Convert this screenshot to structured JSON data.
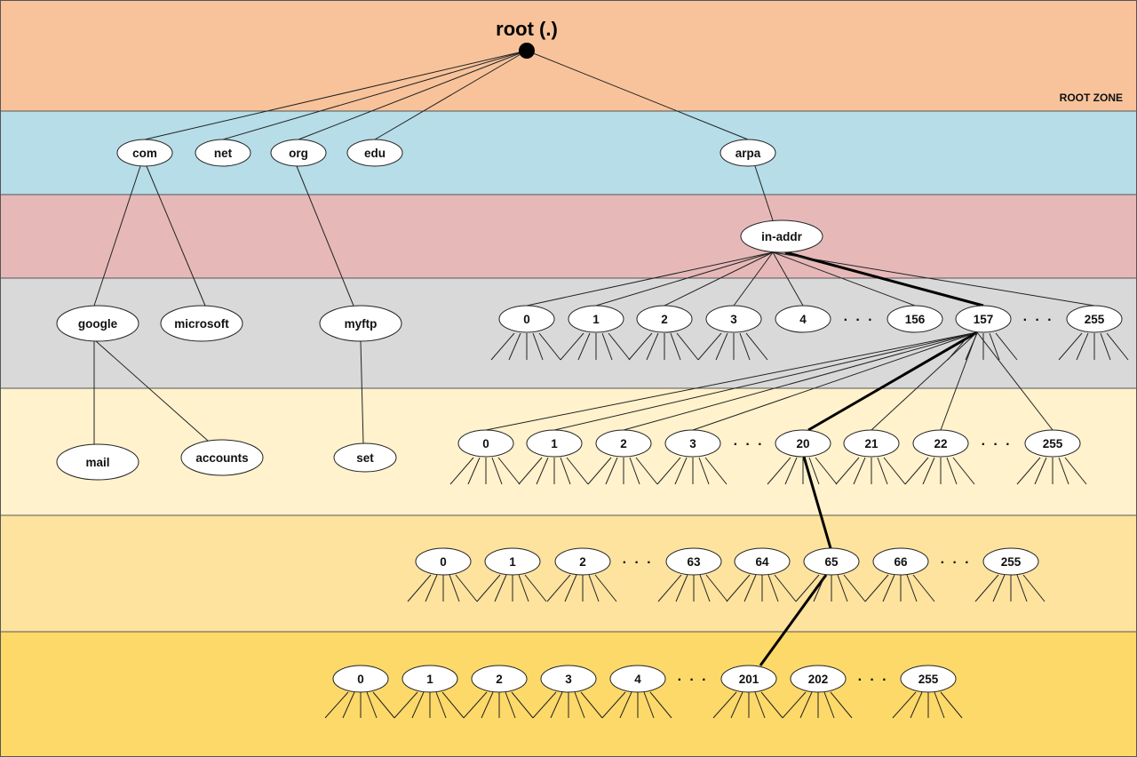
{
  "root": {
    "label": "root (.)"
  },
  "zones": {
    "root_zone_label": "ROOT ZONE",
    "colors": [
      "#F8C39B",
      "#B6DDE8",
      "#E6B9B8",
      "#D9D9D9",
      "#FFF2CC",
      "#FEE39F",
      "#FDD969"
    ]
  },
  "tld": {
    "com": "com",
    "net": "net",
    "org": "org",
    "edu": "edu",
    "arpa": "arpa"
  },
  "second_level": {
    "in_addr": "in-addr",
    "google": "google",
    "microsoft": "microsoft",
    "myftp": "myftp"
  },
  "third_level": {
    "mail": "mail",
    "accounts": "accounts",
    "set": "set"
  },
  "octet1": [
    "0",
    "1",
    "2",
    "3",
    "4",
    "156",
    "157",
    "255"
  ],
  "octet2": [
    "0",
    "1",
    "2",
    "3",
    "20",
    "21",
    "22",
    "255"
  ],
  "octet3": [
    "0",
    "1",
    "2",
    "63",
    "64",
    "65",
    "66",
    "255"
  ],
  "octet4": [
    "0",
    "1",
    "2",
    "3",
    "4",
    "201",
    "202",
    "255"
  ],
  "ellipsis": "· · ·",
  "highlighted_path": "157.20.65.201"
}
